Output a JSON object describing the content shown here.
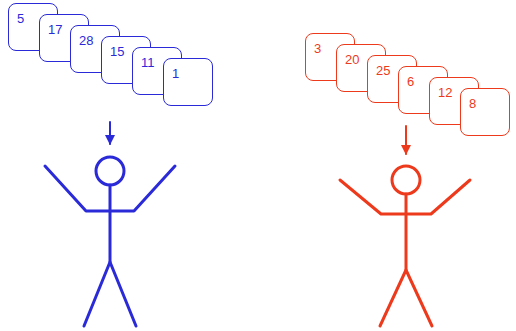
{
  "diagram": {
    "nodes": [
      {
        "text": [
          "5"
        ]
      },
      {
        "text": [
          "17"
        ]
      },
      {
        "text": [
          "28"
        ]
      },
      {
        "text": [
          "15"
        ]
      },
      {
        "text": [
          "11"
        ]
      },
      {
        "text": [
          "1"
        ]
      },
      {
        "text": [
          "3"
        ]
      },
      {
        "text": [
          "20"
        ]
      },
      {
        "text": [
          "25"
        ]
      },
      {
        "text": [
          "6"
        ]
      },
      {
        "text": [
          "12"
        ]
      },
      {
        "text": [
          "8"
        ]
      }
    ]
  }
}
